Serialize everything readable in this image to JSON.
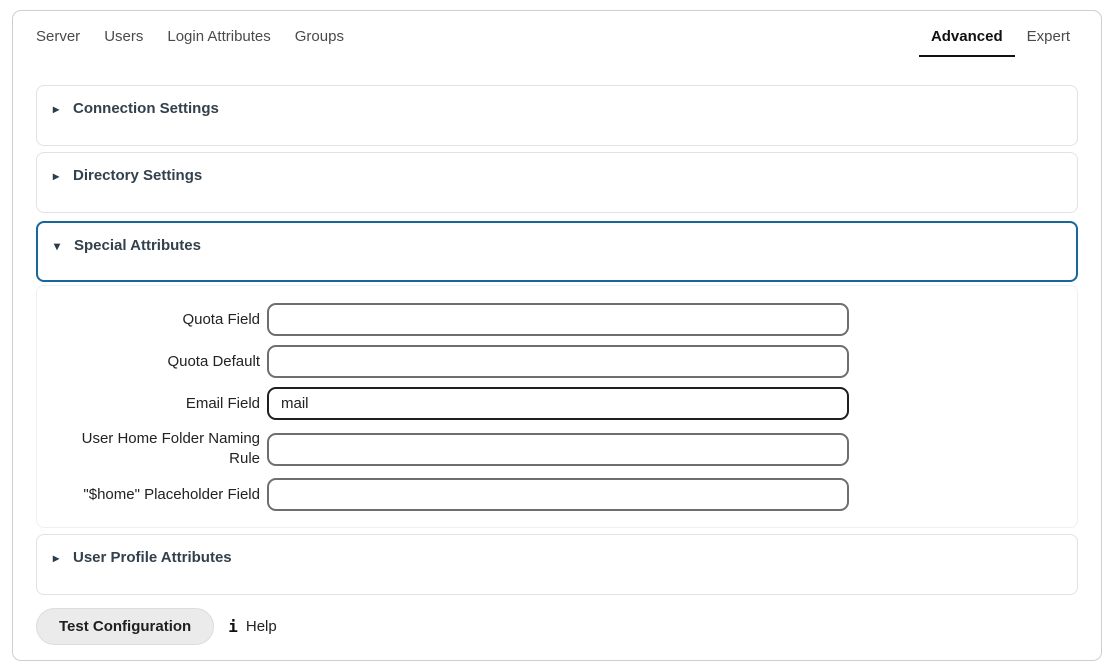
{
  "tabs": {
    "left": [
      {
        "label": "Server"
      },
      {
        "label": "Users"
      },
      {
        "label": "Login Attributes"
      },
      {
        "label": "Groups"
      }
    ],
    "right": [
      {
        "label": "Advanced",
        "active": true
      },
      {
        "label": "Expert",
        "active": false
      }
    ]
  },
  "icons": {
    "collapsed": "▸",
    "expanded": "▾",
    "info": "i"
  },
  "sections": [
    {
      "title": "Connection Settings",
      "state": "collapsed"
    },
    {
      "title": "Directory Settings",
      "state": "collapsed"
    },
    {
      "title": "Special Attributes",
      "state": "expanded"
    },
    {
      "title": "User Profile Attributes",
      "state": "collapsed"
    }
  ],
  "form": {
    "fields": [
      {
        "label": "Quota Field",
        "value": ""
      },
      {
        "label": "Quota Default",
        "value": ""
      },
      {
        "label": "Email Field",
        "value": "mail"
      },
      {
        "label": "User Home Folder Naming Rule",
        "value": ""
      },
      {
        "label": "\"$home\" Placeholder Field",
        "value": ""
      }
    ]
  },
  "footer": {
    "test_button_label": "Test Configuration",
    "help_label": "Help"
  },
  "colors": {
    "accent_blue": "#17669c",
    "section_header_text": "#33414d",
    "active_tab_underline": "#111111",
    "input_border": "#6e6e6e",
    "input_border_focused": "#1f1f1f"
  }
}
